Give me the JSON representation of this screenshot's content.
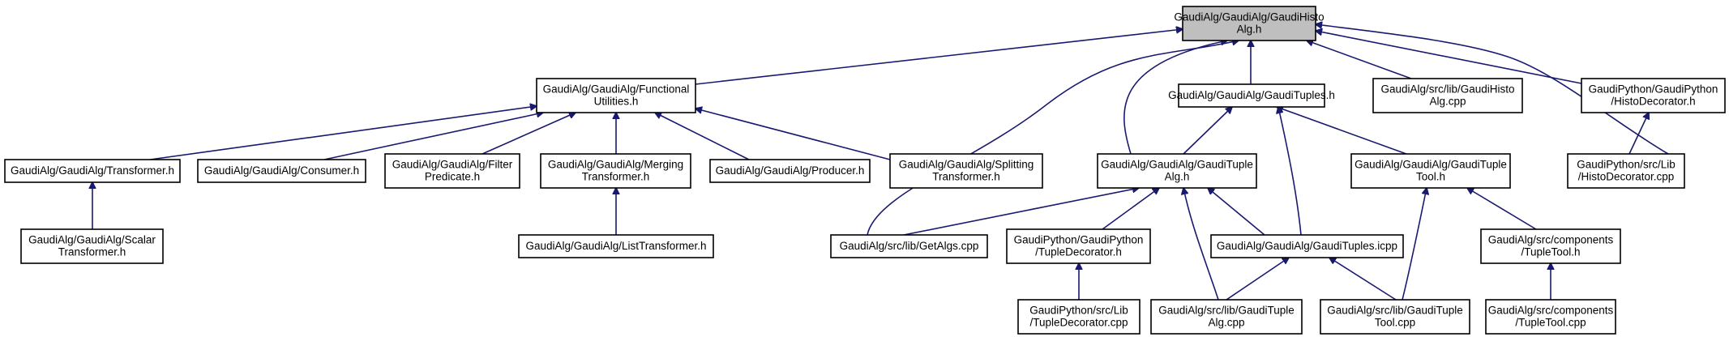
{
  "graph": {
    "root": "GaudiAlg/GaudiAlg/GaudiHistoAlg.h",
    "nodes": [
      {
        "id": "histoalg",
        "lines": [
          "GaudiAlg/GaudiAlg/GaudiHisto",
          "Alg.h"
        ]
      },
      {
        "id": "functional",
        "lines": [
          "GaudiAlg/GaudiAlg/Functional",
          "Utilities.h"
        ]
      },
      {
        "id": "tuples_h",
        "lines": [
          "GaudiAlg/GaudiAlg/GaudiTuples.h"
        ]
      },
      {
        "id": "histoalg_cpp",
        "lines": [
          "GaudiAlg/src/lib/GaudiHisto",
          "Alg.cpp"
        ]
      },
      {
        "id": "py_histodec_h",
        "lines": [
          "GaudiPython/GaudiPython",
          "/HistoDecorator.h"
        ]
      },
      {
        "id": "transformer",
        "lines": [
          "GaudiAlg/GaudiAlg/Transformer.h"
        ]
      },
      {
        "id": "consumer",
        "lines": [
          "GaudiAlg/GaudiAlg/Consumer.h"
        ]
      },
      {
        "id": "filterpred",
        "lines": [
          "GaudiAlg/GaudiAlg/Filter",
          "Predicate.h"
        ]
      },
      {
        "id": "merging",
        "lines": [
          "GaudiAlg/GaudiAlg/Merging",
          "Transformer.h"
        ]
      },
      {
        "id": "producer",
        "lines": [
          "GaudiAlg/GaudiAlg/Producer.h"
        ]
      },
      {
        "id": "splitting",
        "lines": [
          "GaudiAlg/GaudiAlg/Splitting",
          "Transformer.h"
        ]
      },
      {
        "id": "tuplealg_h",
        "lines": [
          "GaudiAlg/GaudiAlg/GaudiTuple",
          "Alg.h"
        ]
      },
      {
        "id": "tupletool_h",
        "lines": [
          "GaudiAlg/GaudiAlg/GaudiTuple",
          "Tool.h"
        ]
      },
      {
        "id": "histodec_cpp",
        "lines": [
          "GaudiPython/src/Lib",
          "/HistoDecorator.cpp"
        ]
      },
      {
        "id": "scalar",
        "lines": [
          "GaudiAlg/GaudiAlg/Scalar",
          "Transformer.h"
        ]
      },
      {
        "id": "listtrans",
        "lines": [
          "GaudiAlg/GaudiAlg/ListTransformer.h"
        ]
      },
      {
        "id": "getalgs",
        "lines": [
          "GaudiAlg/src/lib/GetAlgs.cpp"
        ]
      },
      {
        "id": "py_tupledec_h",
        "lines": [
          "GaudiPython/GaudiPython",
          "/TupleDecorator.h"
        ]
      },
      {
        "id": "tuples_icpp",
        "lines": [
          "GaudiAlg/GaudiAlg/GaudiTuples.icpp"
        ]
      },
      {
        "id": "comp_tupletool_h",
        "lines": [
          "GaudiAlg/src/components",
          "/TupleTool.h"
        ]
      },
      {
        "id": "tupledec_cpp",
        "lines": [
          "GaudiPython/src/Lib",
          "/TupleDecorator.cpp"
        ]
      },
      {
        "id": "tuplealg_cpp",
        "lines": [
          "GaudiAlg/src/lib/GaudiTuple",
          "Alg.cpp"
        ]
      },
      {
        "id": "tupletool_cpp",
        "lines": [
          "GaudiAlg/src/lib/GaudiTuple",
          "Tool.cpp"
        ]
      },
      {
        "id": "comp_tupletool_cpp",
        "lines": [
          "GaudiAlg/src/components",
          "/TupleTool.cpp"
        ]
      }
    ],
    "edges": [
      {
        "from": "functional",
        "to": "histoalg"
      },
      {
        "from": "tuples_h",
        "to": "histoalg"
      },
      {
        "from": "histoalg_cpp",
        "to": "histoalg"
      },
      {
        "from": "py_histodec_h",
        "to": "histoalg"
      },
      {
        "from": "tuplealg_h",
        "to": "histoalg"
      },
      {
        "from": "getalgs",
        "to": "histoalg"
      },
      {
        "from": "histodec_cpp",
        "to": "histoalg"
      },
      {
        "from": "transformer",
        "to": "functional"
      },
      {
        "from": "consumer",
        "to": "functional"
      },
      {
        "from": "filterpred",
        "to": "functional"
      },
      {
        "from": "merging",
        "to": "functional"
      },
      {
        "from": "producer",
        "to": "functional"
      },
      {
        "from": "splitting",
        "to": "functional"
      },
      {
        "from": "scalar",
        "to": "transformer"
      },
      {
        "from": "listtrans",
        "to": "merging"
      },
      {
        "from": "tuplealg_h",
        "to": "tuples_h"
      },
      {
        "from": "tupletool_h",
        "to": "tuples_h"
      },
      {
        "from": "tuples_icpp",
        "to": "tuples_h"
      },
      {
        "from": "histodec_cpp",
        "to": "py_histodec_h"
      },
      {
        "from": "getalgs",
        "to": "tuplealg_h"
      },
      {
        "from": "py_tupledec_h",
        "to": "tuplealg_h"
      },
      {
        "from": "tuples_icpp",
        "to": "tuplealg_h"
      },
      {
        "from": "tuplealg_cpp",
        "to": "tuplealg_h"
      },
      {
        "from": "tupletool_cpp",
        "to": "tupletool_h"
      },
      {
        "from": "comp_tupletool_h",
        "to": "tupletool_h"
      },
      {
        "from": "tupledec_cpp",
        "to": "py_tupledec_h"
      },
      {
        "from": "tuplealg_cpp",
        "to": "tuples_icpp"
      },
      {
        "from": "tupletool_cpp",
        "to": "tuples_icpp"
      },
      {
        "from": "comp_tupletool_cpp",
        "to": "comp_tupletool_h"
      }
    ]
  },
  "colors": {
    "edge": "#191970",
    "root_fill": "#bfbfbf",
    "node_fill": "#ffffff",
    "node_border": "#000000"
  }
}
